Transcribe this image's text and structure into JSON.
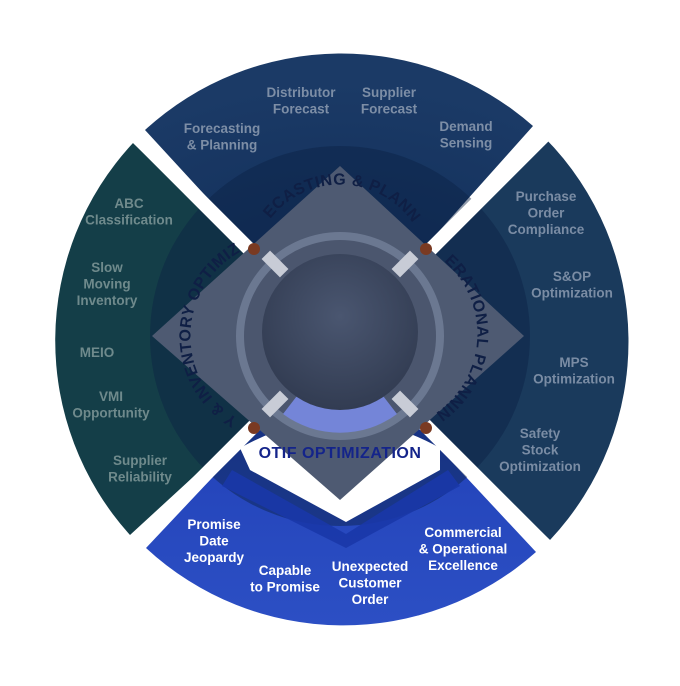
{
  "quadrants": {
    "top": {
      "title": "FORECASTING & PLANNING",
      "color": "#0f2c57",
      "items": [
        "Forecasting & Planning",
        "Distributor Forecast",
        "Supplier Forecast",
        "Demand Sensing"
      ]
    },
    "right": {
      "title": "OPERATIONAL PLANNING",
      "color": "#1a3a5c",
      "items": [
        "Purchase Order Compliance",
        "S&OP Optimization",
        "MPS Optimization",
        "Safety Stock Optimization"
      ]
    },
    "bottom": {
      "title": "OTIF OPTIMIZATION",
      "color": "#2447b9",
      "items": [
        "Promise Date Jeopardy",
        "Capable to Promise",
        "Unexpected Customer Order",
        "Commercial & Operational Excellence"
      ]
    },
    "left": {
      "title": "SUPPLY & INVENTORY OPTIMIZATION",
      "color": "#143e48",
      "items": [
        "ABC Classification",
        "Slow Moving Inventory",
        "MEIO",
        "VMI Opportunity",
        "Supplier Reliability"
      ]
    }
  },
  "colors": {
    "diamond": "#4e5a72",
    "hub": "#3f4a63",
    "accent_dot": "#7a3a22",
    "otif_accent": "#6d7fd6"
  }
}
